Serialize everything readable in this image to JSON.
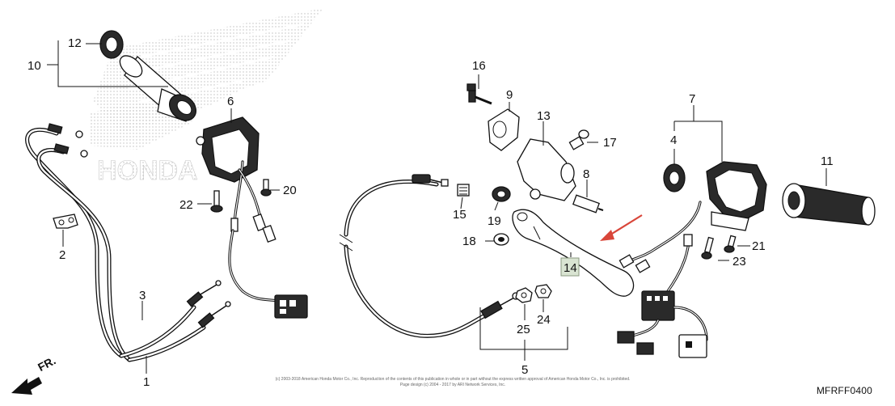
{
  "diagram": {
    "code": "MFRFF0400",
    "front_label": "FR.",
    "watermark": "HONDA",
    "copyright_lines": [
      "(c) 2003-2018 American Honda Motor Co., Inc. Reproduction of the contents of this publication in whole or in part without the express written approval of American Honda Motor Co., Inc. is prohibited.",
      "Page design (c) 2004 - 2017 by ARI Network Services, Inc."
    ],
    "callouts": {
      "c1": "1",
      "c2": "2",
      "c3": "3",
      "c4": "4",
      "c5": "5",
      "c6": "6",
      "c7": "7",
      "c8": "8",
      "c9": "9",
      "c10": "10",
      "c11": "11",
      "c12": "12",
      "c13": "13",
      "c14": "14",
      "c15": "15",
      "c16": "16",
      "c17": "17",
      "c18": "18",
      "c19": "19",
      "c20": "20",
      "c21": "21",
      "c22": "22",
      "c23": "23",
      "c24": "24",
      "c25": "25"
    },
    "highlight_color": "#d9e4d2",
    "arrow_color": "#d9463a"
  }
}
